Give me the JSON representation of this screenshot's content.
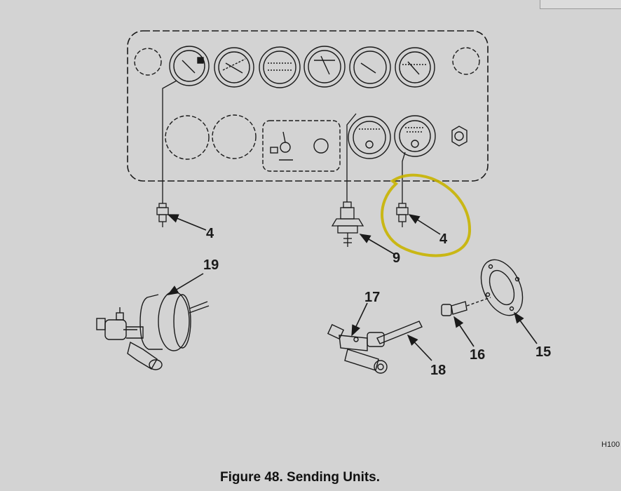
{
  "figure": {
    "caption": "Figure 48. Sending Units.",
    "drawing_code": "H100"
  },
  "callouts": {
    "c4_left": "4",
    "c4_right": "4",
    "c9": "9",
    "c15": "15",
    "c16": "16",
    "c17": "17",
    "c18": "18",
    "c19": "19"
  },
  "highlight": {
    "color": "#c8b400",
    "target": "4"
  },
  "colors": {
    "background": "#d3d3d3",
    "line": "#1a1a1a"
  }
}
